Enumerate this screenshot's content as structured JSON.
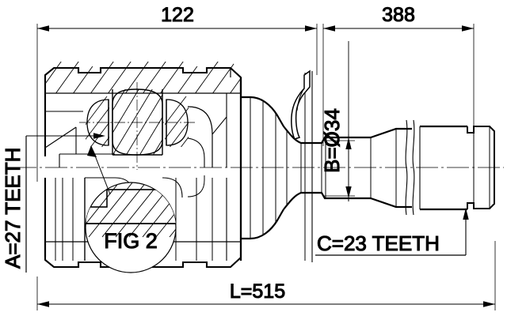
{
  "drawing": {
    "type": "cv-joint-technical-drawing",
    "title": "CV Joint Assembly Cross-Section",
    "background": "#ffffff",
    "line_color": "#000000"
  },
  "dimensions": {
    "joint_length": "122",
    "shaft_length": "388",
    "overall_length": "L=515"
  },
  "callouts": {
    "inner_spline": "A=27 TEETH",
    "shaft_diameter": "B=Ø34",
    "outer_spline": "C=23 TEETH",
    "detail_label": "FIG 2"
  }
}
